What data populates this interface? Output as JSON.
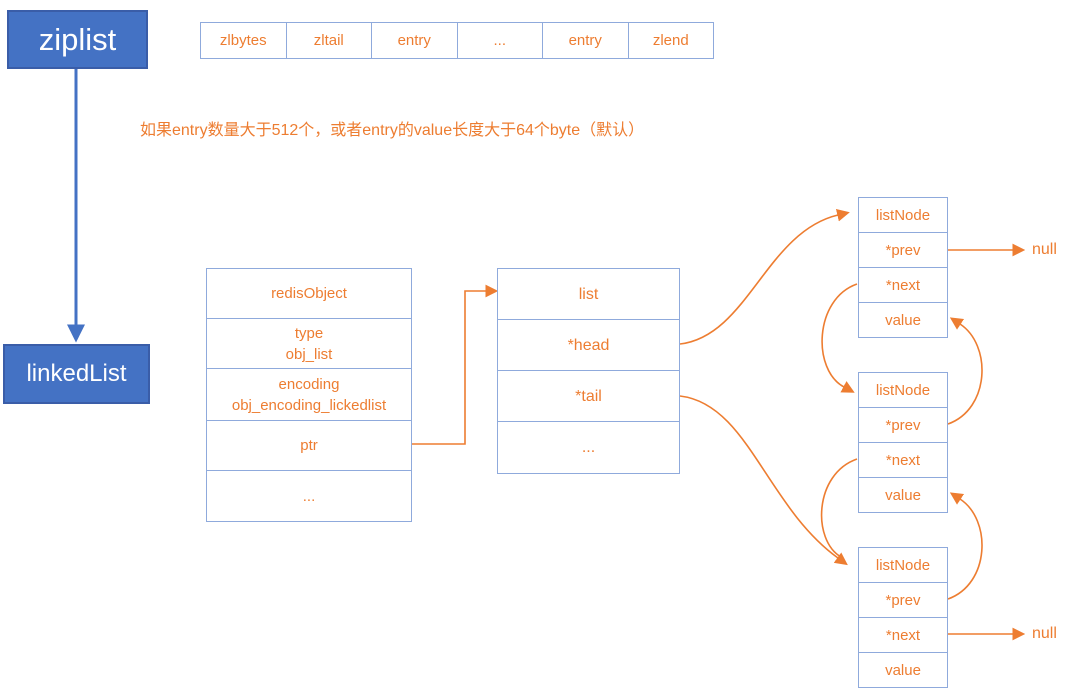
{
  "boxes": {
    "ziplist_label": "ziplist",
    "linkedlist_label": "linkedList"
  },
  "ziplist_table": {
    "cells": [
      "zlbytes",
      "zltail",
      "entry",
      "...",
      "entry",
      "zlend"
    ]
  },
  "note": "如果entry数量大于512个，或者entry的value长度大于64个byte（默认）",
  "redis_object": {
    "header": "redisObject",
    "type_label": "type",
    "type_value": "obj_list",
    "encoding_label": "encoding",
    "encoding_value": "obj_encoding_lickedlist",
    "ptr": "ptr",
    "ellipsis": "..."
  },
  "list": {
    "header": "list",
    "head": "*head",
    "tail": "*tail",
    "ellipsis": "..."
  },
  "list_nodes": [
    {
      "header": "listNode",
      "prev": "*prev",
      "next": "*next",
      "value": "value"
    },
    {
      "header": "listNode",
      "prev": "*prev",
      "next": "*next",
      "value": "value"
    },
    {
      "header": "listNode",
      "prev": "*prev",
      "next": "*next",
      "value": "value"
    }
  ],
  "null_labels": {
    "top": "null",
    "bottom": "null"
  },
  "colors": {
    "box_blue": "#4472c4",
    "box_border_blue": "#3a5da8",
    "arrow_orange": "#ed7d31",
    "table_border": "#8faadc"
  }
}
